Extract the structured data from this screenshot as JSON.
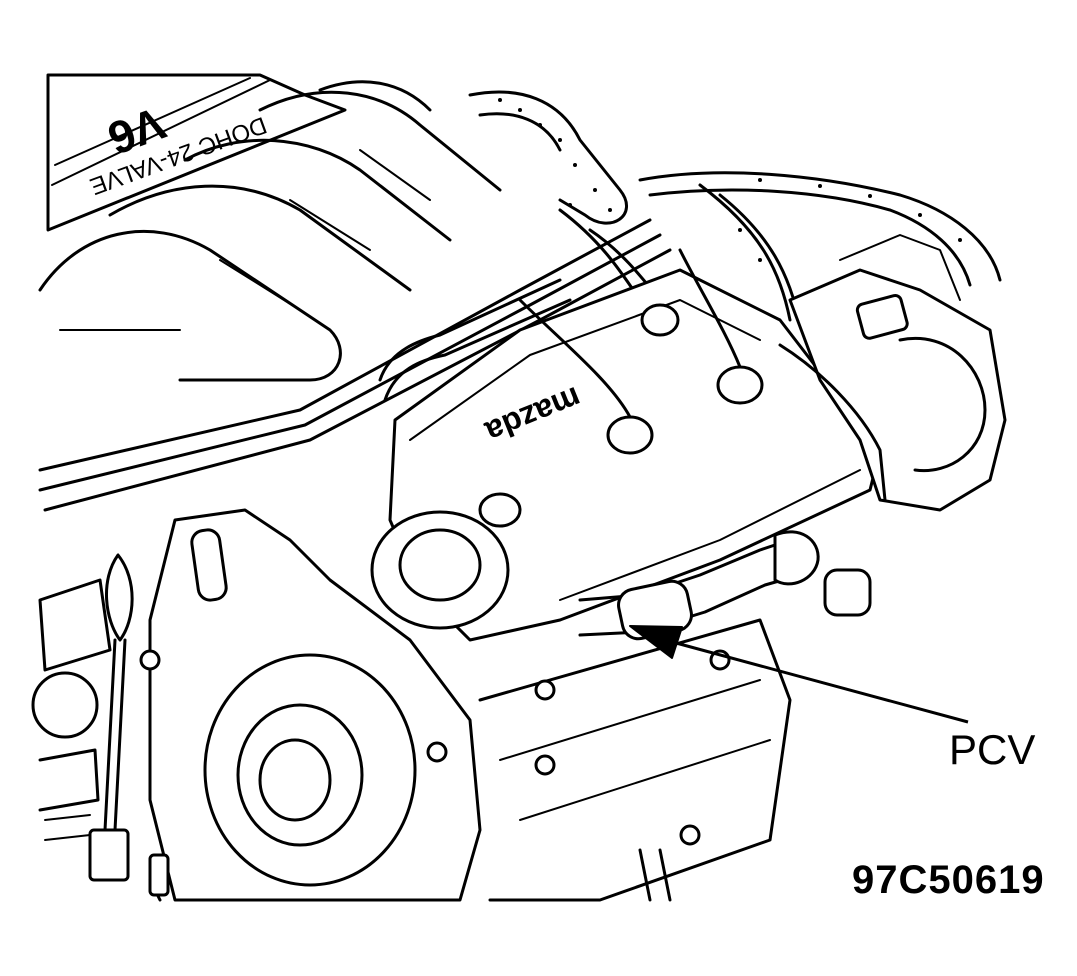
{
  "diagram": {
    "callout_label": "PCV",
    "figure_id": "97C50619"
  },
  "emblems": {
    "intake_cover_top": "V6",
    "intake_cover_sub": "DOHC 24-VALVE",
    "valve_cover_brand": "mazda"
  }
}
